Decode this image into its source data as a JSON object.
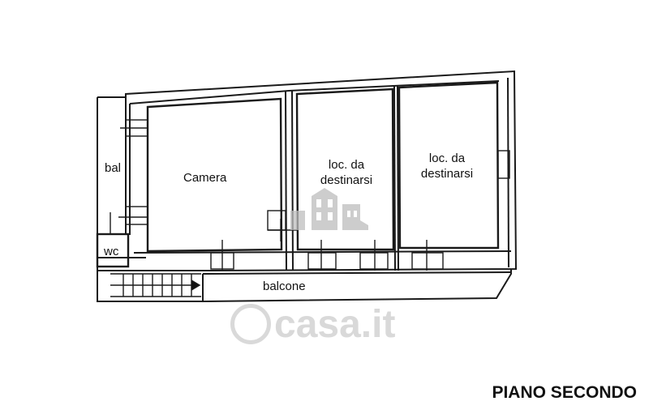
{
  "rooms": {
    "bal": "bal",
    "camera": "Camera",
    "loc1_line1": "loc. da",
    "loc1_line2": "destinarsi",
    "loc2_line1": "loc. da",
    "loc2_line2": "destinarsi",
    "wc": "wc",
    "balcone": "balcone"
  },
  "floor_title": "PIANO SECONDO",
  "watermark": {
    "text": "casa.it",
    "icon": "building-icon"
  }
}
